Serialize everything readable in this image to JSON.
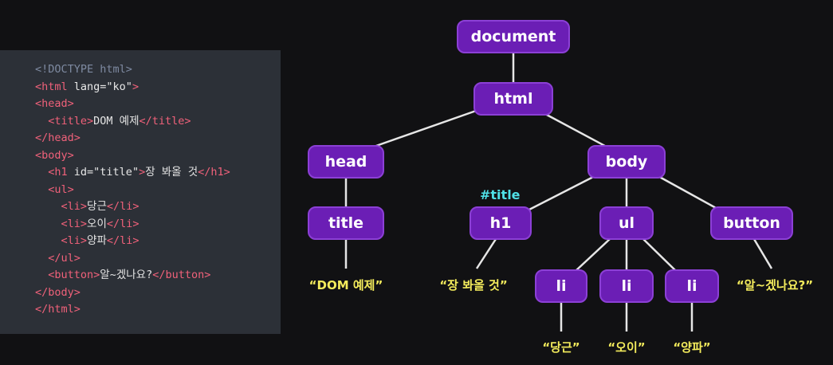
{
  "code": {
    "lines": [
      [
        {
          "t": "comment",
          "v": "<!DOCTYPE html>"
        }
      ],
      [
        {
          "t": "tag",
          "v": "<html "
        },
        {
          "t": "attr",
          "v": "lang="
        },
        {
          "t": "str",
          "v": "\"ko\""
        },
        {
          "t": "tag",
          "v": ">"
        }
      ],
      [
        {
          "t": "tag",
          "v": "<head>"
        }
      ],
      [
        {
          "t": "text",
          "v": "  "
        },
        {
          "t": "tag",
          "v": "<title>"
        },
        {
          "t": "text",
          "v": "DOM 예제"
        },
        {
          "t": "tag",
          "v": "</title>"
        }
      ],
      [
        {
          "t": "tag",
          "v": "</head>"
        }
      ],
      [
        {
          "t": "tag",
          "v": "<body>"
        }
      ],
      [
        {
          "t": "text",
          "v": "  "
        },
        {
          "t": "tag",
          "v": "<h1 "
        },
        {
          "t": "attr",
          "v": "id="
        },
        {
          "t": "str",
          "v": "\"title\""
        },
        {
          "t": "tag",
          "v": ">"
        },
        {
          "t": "text",
          "v": "장 봐올 것"
        },
        {
          "t": "tag",
          "v": "</h1>"
        }
      ],
      [
        {
          "t": "text",
          "v": "  "
        },
        {
          "t": "tag",
          "v": "<ul>"
        }
      ],
      [
        {
          "t": "text",
          "v": "    "
        },
        {
          "t": "tag",
          "v": "<li>"
        },
        {
          "t": "text",
          "v": "당근"
        },
        {
          "t": "tag",
          "v": "</li>"
        }
      ],
      [
        {
          "t": "text",
          "v": "    "
        },
        {
          "t": "tag",
          "v": "<li>"
        },
        {
          "t": "text",
          "v": "오이"
        },
        {
          "t": "tag",
          "v": "</li>"
        }
      ],
      [
        {
          "t": "text",
          "v": "    "
        },
        {
          "t": "tag",
          "v": "<li>"
        },
        {
          "t": "text",
          "v": "양파"
        },
        {
          "t": "tag",
          "v": "</li>"
        }
      ],
      [
        {
          "t": "text",
          "v": "  "
        },
        {
          "t": "tag",
          "v": "</ul>"
        }
      ],
      [
        {
          "t": "text",
          "v": "  "
        },
        {
          "t": "tag",
          "v": "<button>"
        },
        {
          "t": "text",
          "v": "알~겠나요?"
        },
        {
          "t": "tag",
          "v": "</button>"
        }
      ],
      [
        {
          "t": "tag",
          "v": "</body>"
        }
      ],
      [
        {
          "t": "tag",
          "v": "</html>"
        }
      ]
    ]
  },
  "tree": {
    "nodes": {
      "document": "document",
      "html": "html",
      "head": "head",
      "body": "body",
      "title": "title",
      "h1": "h1",
      "ul": "ul",
      "button": "button",
      "li1": "li",
      "li2": "li",
      "li3": "li"
    },
    "id_label": "#title",
    "texts": {
      "title": "“DOM 예제”",
      "h1": "“장 봐올 것”",
      "button": "“알~겠나요?”",
      "li1": "“당근”",
      "li2": "“오이”",
      "li3": "“양파”"
    }
  },
  "colors": {
    "background": "#111113",
    "code_panel": "#2c3037",
    "node_fill": "#6b1eb5",
    "node_border": "#8c40d6",
    "edge": "#e6e6e6",
    "text_node": "#f4ec5c",
    "id_label": "#4fe0e6",
    "code_tag": "#f0617a",
    "code_comment": "#7e8aa1"
  }
}
